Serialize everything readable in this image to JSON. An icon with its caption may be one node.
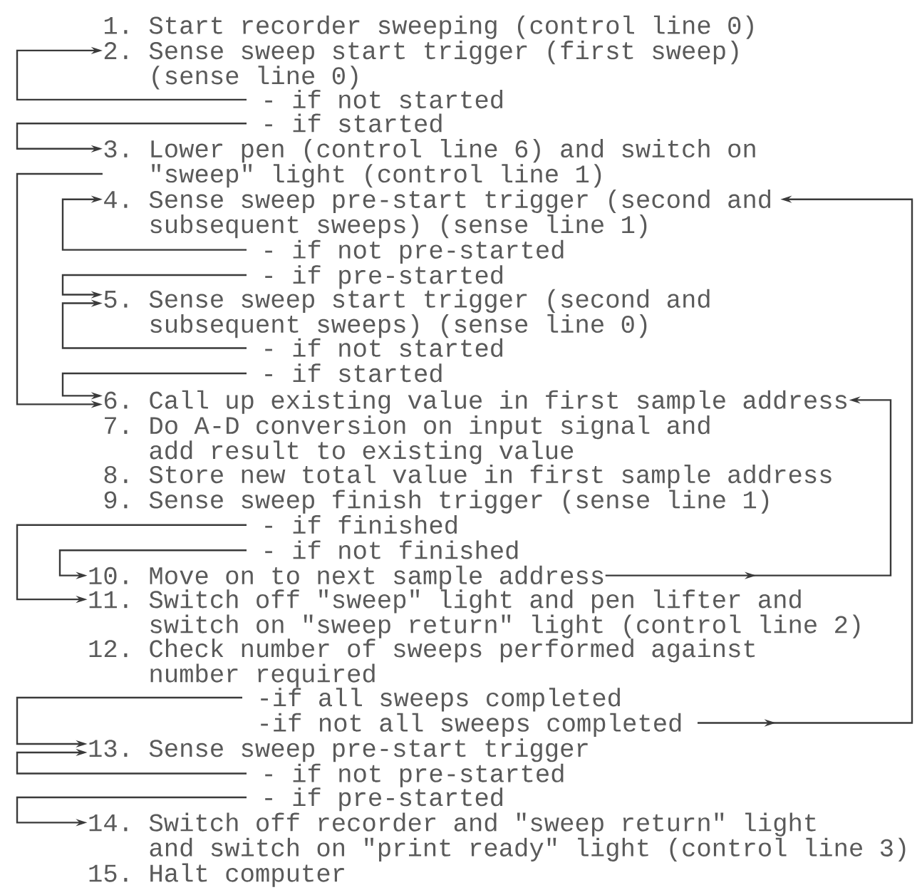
{
  "diagram": {
    "nodes": [
      {
        "text": [
          "1. Start recorder sweeping (control line 0)"
        ]
      },
      {
        "text": [
          "2. Sense sweep start trigger (first sweep) (sense line 0)"
        ]
      },
      {
        "text": [
          "- if not started"
        ]
      },
      {
        "text": [
          "- if started"
        ]
      },
      {
        "text": [
          "3. Lower pen (control line 6) and switch on \"sweep\" light (control line 1)"
        ]
      },
      {
        "text": [
          "4. Sense sweep pre-start trigger (second and subsequent sweeps) (sense line 1)"
        ]
      },
      {
        "text": [
          "- if not pre-started"
        ]
      },
      {
        "text": [
          "- if pre-started"
        ]
      },
      {
        "text": [
          "5. Sense sweep start trigger (second and subsequent sweeps) (sense line 0)"
        ]
      },
      {
        "text": [
          "- if not started"
        ]
      },
      {
        "text": [
          "- if started"
        ]
      },
      {
        "text": [
          "6. Call up existing value in first sample address"
        ]
      },
      {
        "text": [
          "7. Do A-D conversion on input signal and add result to existing value"
        ]
      },
      {
        "text": [
          "8. Store new total value in first sample address"
        ]
      },
      {
        "text": [
          "9. Sense sweep finish trigger (sense line 1)"
        ]
      },
      {
        "text": [
          "- if finished"
        ]
      },
      {
        "text": [
          "- if not finished"
        ]
      },
      {
        "text": [
          "10. Move on to next sample address"
        ]
      },
      {
        "text": [
          "11. Switch off \"sweep\" light and pen lifter and switch on \"sweep return\" light (control line 2)"
        ]
      },
      {
        "text": [
          "12. Check number of sweeps performed against number required"
        ]
      },
      {
        "text": [
          "-if all sweeps completed"
        ]
      },
      {
        "text": [
          "-if not all sweeps completed"
        ]
      },
      {
        "text": [
          "13. Sense sweep pre-start trigger"
        ]
      },
      {
        "text": [
          "- if not pre-started"
        ]
      },
      {
        "text": [
          "- if pre-started"
        ]
      },
      {
        "text": [
          "14. Switch off recorder and \"sweep return\" light and switch on \"print ready\" light (control line 3)"
        ]
      },
      {
        "text": [
          "15. Halt computer"
        ]
      }
    ],
    "edges": [
      {
        "from": 2,
        "to": 1,
        "arrow": "to"
      },
      {
        "from": 3,
        "to": 4,
        "arrow": "to"
      },
      {
        "from": 4,
        "to": 11,
        "arrow": "to"
      },
      {
        "from": 6,
        "to": 5,
        "arrow": "to"
      },
      {
        "from": 7,
        "to": 8,
        "arrow": "to"
      },
      {
        "from": 9,
        "to": 8,
        "arrow": "to"
      },
      {
        "from": 10,
        "to": 11,
        "arrow": "to"
      },
      {
        "from": 15,
        "to": 18,
        "arrow": "to"
      },
      {
        "from": 16,
        "to": 17,
        "arrow": "to"
      },
      {
        "from": 17,
        "to": 11,
        "arrow": "to"
      },
      {
        "from": 20,
        "to": 22,
        "arrow": "to"
      },
      {
        "from": 21,
        "to": 5,
        "arrow": "to"
      },
      {
        "from": 23,
        "to": 22,
        "arrow": "to"
      },
      {
        "from": 24,
        "to": 25,
        "arrow": "to"
      }
    ]
  }
}
